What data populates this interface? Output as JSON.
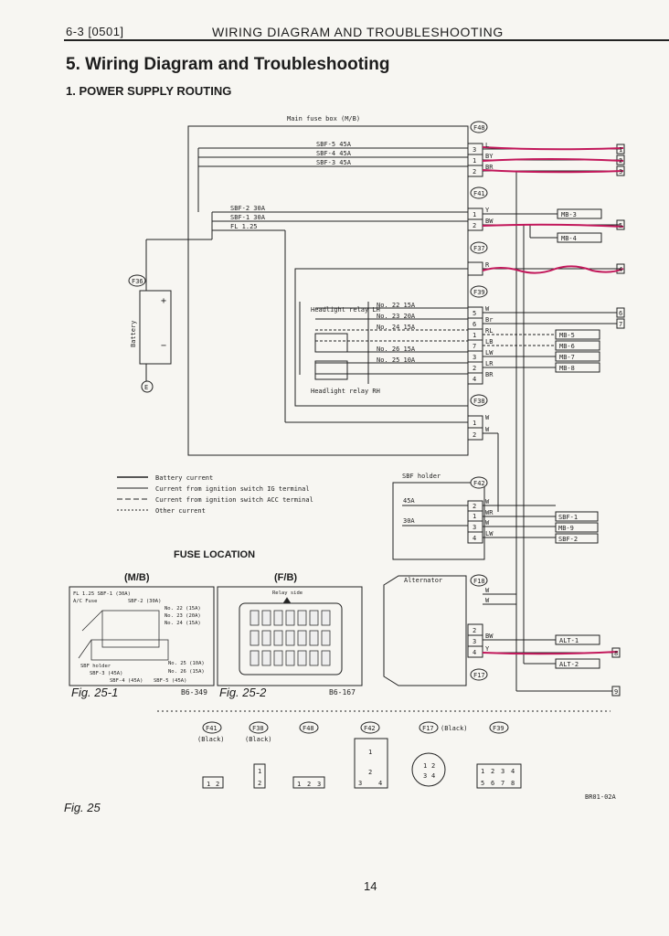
{
  "header": {
    "section": "6-3 [0501]",
    "title": "WIRING DIAGRAM AND TROUBLESHOOTING"
  },
  "heading": "5. Wiring Diagram and Troubleshooting",
  "subheading": "1. POWER SUPPLY ROUTING",
  "main_fuse_box": {
    "label": "Main fuse box (M/B)",
    "fuses_top": [
      "SBF-5 45A",
      "SBF-4 45A",
      "SBF-3 45A"
    ],
    "fuses_mid": [
      "SBF-2 30A",
      "SBF-1 30A",
      "FL 1.25"
    ],
    "relay_fuses": [
      "No. 22 15A",
      "No. 23 20A",
      "No. 24 15A",
      "No. 26 15A",
      "No. 25 10A"
    ],
    "relay_lh": "Headlight relay LH",
    "relay_rh": "Headlight relay RH"
  },
  "connectors": {
    "f48": "F48",
    "f41": "F41",
    "f37": "F37",
    "f39": "F39",
    "f38": "F38",
    "f42": "F42",
    "f18": "F18",
    "f17": "F17",
    "f36": "F36"
  },
  "f48_pins": [
    "3",
    "1",
    "2"
  ],
  "f48_colors": [
    "L",
    "BY",
    "BR"
  ],
  "f41_pins": [
    "1",
    "2"
  ],
  "f41_colors": [
    "Y",
    "BW"
  ],
  "f37_color": "R",
  "f39_pins": [
    "5",
    "6",
    "1",
    "7",
    "3",
    "2",
    "4"
  ],
  "f39_colors": [
    "W",
    "Br",
    "RL",
    "LB",
    "LW",
    "LR",
    "BR"
  ],
  "f38_pins": [
    "1",
    "2"
  ],
  "f38_colors": [
    "W",
    "W"
  ],
  "refs_right": {
    "r1": "1",
    "r2": "2",
    "r3": "3",
    "r5": "5",
    "r4": "4",
    "r6": "6",
    "r7": "7",
    "r8": "8",
    "r9": "9",
    "mb3": "MB-3",
    "mb4": "MB-4",
    "mb5": "MB-5",
    "mb6": "MB-6",
    "mb7": "MB-7",
    "mb8": "MB-8",
    "sbf1": "SBF-1",
    "mb9": "MB-9",
    "sbf2": "SBF-2",
    "alt1": "ALT-1",
    "alt2": "ALT-2"
  },
  "battery": {
    "label": "Battery",
    "plus": "+",
    "minus": "−",
    "ground": "E"
  },
  "legend": [
    "Battery current",
    "Current from ignition switch IG terminal",
    "Current from ignition switch ACC terminal",
    "Other current"
  ],
  "sbf_holder": {
    "label": "SBF holder",
    "fuses": [
      "45A",
      "30A"
    ],
    "pins": [
      "2",
      "1",
      "3",
      "4"
    ],
    "colors": [
      "W",
      "WR",
      "W",
      "LW"
    ]
  },
  "alternator": {
    "label": "Alternator",
    "pins": [
      "2",
      "3",
      "4"
    ],
    "colors": [
      "W",
      "W",
      "BW",
      "Y"
    ]
  },
  "fuse_location": {
    "title": "FUSE LOCATION",
    "mb_title": "(M/B)",
    "fb_title": "(F/B)",
    "mb_labels": [
      "FL 1.25 SBF-1 (30A)",
      "A/C Fuse",
      "SBF-2 (30A)",
      "No. 22 (15A)",
      "No. 23 (20A)",
      "No. 24 (15A)",
      "SBF holder",
      "No. 25 (10A)",
      "SBF-3 (45A)",
      "No. 26 (15A)",
      "SBF-4 (45A)",
      "SBF-5 (45A)"
    ],
    "fb_label": "Relay side",
    "fig1": "Fig. 25-1",
    "fig1_code": "B6-349",
    "fig2": "Fig. 25-2",
    "fig2_code": "B6-167"
  },
  "bottom_connectors": [
    {
      "name": "F41",
      "note": "(Black)",
      "pins": [
        "1",
        "2"
      ]
    },
    {
      "name": "F38",
      "note": "(Black)",
      "pins": [
        "1",
        "2"
      ]
    },
    {
      "name": "F48",
      "note": "",
      "pins": [
        "1",
        "2",
        "3"
      ]
    },
    {
      "name": "F42",
      "note": "",
      "pins": [
        "1",
        "2",
        "3",
        "4"
      ]
    },
    {
      "name": "F17",
      "note": "(Black)",
      "pins": [
        "1",
        "2",
        "3",
        "4"
      ]
    },
    {
      "name": "F39",
      "note": "",
      "pins": [
        "1",
        "2",
        "3",
        "4",
        "5",
        "6",
        "7",
        "8"
      ]
    }
  ],
  "drawing_code": "BR01-02A",
  "fig_main": "Fig. 25",
  "page_number": "14"
}
